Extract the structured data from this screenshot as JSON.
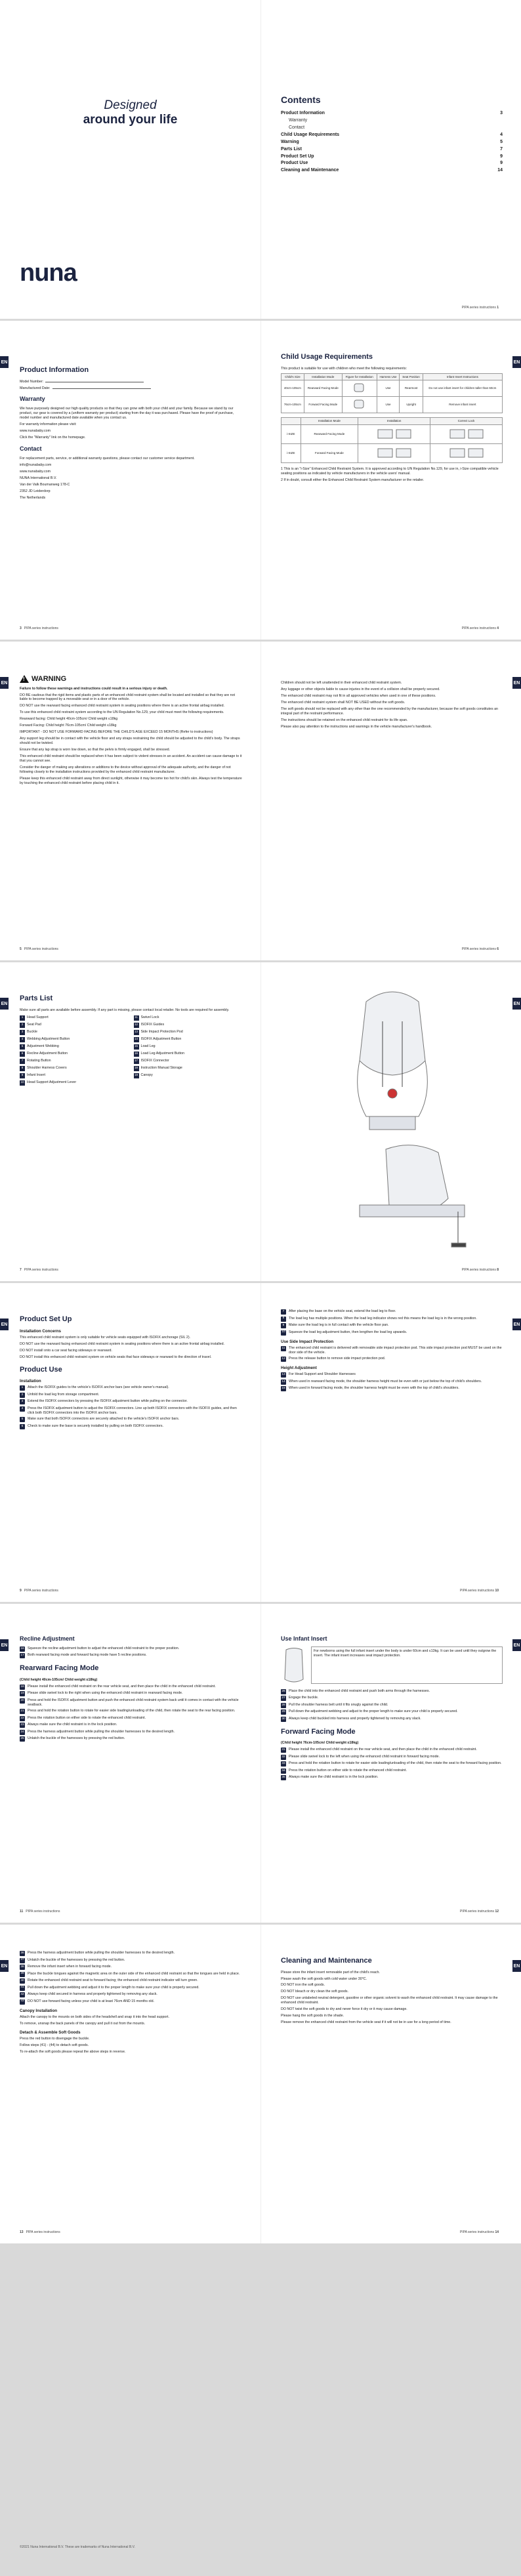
{
  "brand": "nuna",
  "cover": {
    "tag1": "Designed",
    "tag2": "around your life"
  },
  "footer": {
    "instructions": "PIPA series instructions"
  },
  "tab": "EN",
  "pages": [
    "1",
    "2",
    "3",
    "4",
    "5",
    "6",
    "7",
    "8",
    "9",
    "10",
    "11",
    "12",
    "13",
    "14"
  ],
  "toc": {
    "title": "Contents",
    "items": [
      {
        "label": "Product Information",
        "page": "3",
        "bold": true
      },
      {
        "label": "Warranty",
        "page": "",
        "bold": false
      },
      {
        "label": "Contact",
        "page": "",
        "bold": false
      },
      {
        "label": "Child Usage Requirements",
        "page": "4",
        "bold": true
      },
      {
        "label": "Warning",
        "page": "5",
        "bold": true
      },
      {
        "label": "Parts List",
        "page": "7",
        "bold": true
      },
      {
        "label": "Product Set Up",
        "page": "9",
        "bold": true
      },
      {
        "label": "Product Use",
        "page": "9",
        "bold": true
      },
      {
        "label": "Cleaning and Maintenance",
        "page": "14",
        "bold": true
      }
    ]
  },
  "info": {
    "title": "Product Information",
    "model": "Model Number:",
    "date": "Manufactured Date:",
    "warranty_title": "Warranty",
    "warranty": [
      "We have purposely designed our high quality products so that they can grow with both your child and your family. Because we stand by our product, our gear is covered by a (uniform warranty per product) starting from the day it was purchased. Please have the proof of purchase, model number and manufactured date available when you contact us.",
      "For warranty information please visit:",
      "www.nunababy.com",
      "Click the \"Warranty\" link on the homepage."
    ],
    "contact_title": "Contact",
    "contact": [
      "For replacement parts, service, or additional warranty questions, please contact our customer service department.",
      "info@nunababy.com",
      "www.nunababy.com",
      "NUNA International B.V.",
      "Van der Valk Boumanweg 178-C",
      "2352 JD Leiderdorp",
      "The Netherlands"
    ]
  },
  "req": {
    "title": "Child Usage Requirements",
    "intro": "This product is suitable for use with children who meet the following requirements:",
    "headers": [
      "Child's Size",
      "Installation Mode",
      "Figure for Installation",
      "Harness Use",
      "Seat Position",
      "Infant Insert Instructions"
    ],
    "rows": [
      [
        "40cm-105cm",
        "Rearward Facing Mode",
        "Use",
        "Rearmost",
        "Do not use infant insert for children taller than 60cm"
      ],
      [
        "76cm-105cm",
        "Forward Facing Mode",
        "Use",
        "Upright",
        "Remove infant insert"
      ]
    ],
    "headers2": [
      "",
      "Installation Mode",
      "Installation",
      "Correct Lock"
    ],
    "rows2": [
      [
        "i-SIZE",
        "Rearward Facing Mode"
      ],
      [
        "i-SIZE",
        "Forward Facing Mode"
      ]
    ],
    "notes": [
      "This is an \"i-Size\" Enhanced Child Restraint System. It is approved according to UN Regulation No.129, for use in, i-Size compatible vehicle seating positions as indicated by vehicle manufacturers in the vehicle users' manual.",
      "If in doubt, consult either the Enhanced Child Restraint System manufacturer or the retailer."
    ]
  },
  "warn": {
    "title": "WARNING",
    "left": [
      "Failure to follow these warnings and instructions could result in a serious injury or death.",
      "DO BE cautious that the rigid items and plastic parts of an enhanced child restraint system shall be located and installed so that they are not liable to become trapped by a moveable seat or in a door of the vehicle.",
      "DO NOT use the rearward facing enhanced child restraint system in seating positions where there is an active frontal airbag installed.",
      "To use this enhanced child restraint system according to the UN Regulation No.129, your child must meet the following requirements.",
      "Rearward facing: Child height 40cm-105cm/ Child weight ≤18kg",
      "Forward Facing: Child height 76cm-105cm/ Child weight ≤18kg",
      "IMPORTANT - DO NOT USE FORWARD FACING BEFORE THE CHILD'S AGE EXCEED 15 MONTHS (Refer to instructions)",
      "Any support leg should be in contact with the vehicle floor and any straps restraining the child should be adjusted to the child's body. The straps should not be twisted.",
      "Ensure that any lap strap is worn low down, so that the pelvis is firmly engaged, shall be stressed.",
      "This enhanced child restraint should be replaced when it has been subject to violent stresses in an accident. An accident can cause damage to it that you cannot see.",
      "Consider the danger of making any alterations or additions to the device without approval of the adequate authority, and the danger of not following closely to the installation instructions provided by the enhanced child restraint manufacturer.",
      "Please keep this enhanced child restraint away from direct sunlight, otherwise it may become too hot for child's skin. Always test the temperature by touching the enhanced child restraint before placing child in it."
    ],
    "right": [
      "Children should not be left unattended in their enhanced child restraint system.",
      "Any luggage or other objects liable to cause injuries in the event of a collision shall be properly secured.",
      "The enhanced child restraint may not fit in all approved vehicles when used in one of these positions.",
      "The enhanced child restraint system shall NOT BE USED without the soft goods.",
      "The soft goods should not be replaced with any other than the one recommended by the manufacturer, because the soft goods constitutes an integral part of the restraint performance.",
      "The instructions should be retained on the enhanced child restraint for its life span.",
      "Please also pay attention to the instructions and warnings in the vehicle manufacturer's handbook."
    ]
  },
  "parts": {
    "title": "Parts List",
    "intro": "Make sure all parts are available before assembly. If any part is missing, please contact local retailer. No tools are required for assembly.",
    "items": [
      [
        "1",
        "Head Support"
      ],
      [
        "11",
        "Swivel Lock"
      ],
      [
        "2",
        "Seat Pad"
      ],
      [
        "12",
        "ISOFIX Guides"
      ],
      [
        "3",
        "Buckle"
      ],
      [
        "13",
        "Side Impact Protection Pod"
      ],
      [
        "4",
        "Webbing Adjustment Button"
      ],
      [
        "14",
        "ISOFIX Adjustment Button"
      ],
      [
        "5",
        "Adjustment Webbing"
      ],
      [
        "15",
        "Load Leg"
      ],
      [
        "6",
        "Recline Adjustment Button"
      ],
      [
        "16",
        "Load Leg Adjustment Button"
      ],
      [
        "7",
        "Rotating Button"
      ],
      [
        "17",
        "ISOFIX Connector"
      ],
      [
        "8",
        "Shoulder Harness Covers"
      ],
      [
        "18",
        "Instruction Manual Storage"
      ],
      [
        "9",
        "Infant Insert"
      ],
      [
        "19",
        "Canopy"
      ],
      [
        "10",
        "Head Support Adjustment Lever"
      ],
      [
        "",
        ""
      ]
    ]
  },
  "setup": {
    "title": "Product Set Up",
    "s1": "Installation Concerns",
    "p1": [
      "This enhanced child restraint system is only suitable for vehicle seats equipped with ISOFIX anchorage (SIL 2).",
      "DO NOT use the rearward facing enhanced child restraint system in seating positions where there is an active frontal airbag installed.",
      "DO NOT install onto a car seat facing sideways or rearward.",
      "DO NOT install this enhanced child restraint system on vehicle seats that face sideways or rearward to the direction of travel."
    ],
    "use_title": "Product Use",
    "s2": "Installation",
    "steps": [
      "Attach the ISOFIX guides to the vehicle's ISOFIX anchor bars (see vehicle owner's manual).",
      "Unfold the load leg from storage compartment.",
      "Extend the ISOFIX connectors by pressing the ISOFIX adjustment button while pulling on the connector.",
      "Press the ISOFIX adjustment button to adjust the ISOFIX connectors. Line up both ISOFIX connectors with the ISOFIX guides, and then click both ISOFIX connectors into the ISOFIX anchor bars.",
      "Make sure that both ISOFIX connectors are securely attached to the vehicle's ISOFIX anchor bars.",
      "Check to make sure the base is securely installed by pulling on both ISOFIX connectors."
    ]
  },
  "setup2": {
    "lead": [
      "After placing the base on the vehicle seat, extend the load leg to floor.",
      "The load leg has multiple positions. When the load leg indicator shows red this means the load leg is in the wrong position.",
      "Make sure the load leg is in full contact with the vehicle floor pan.",
      "Squeeze the load leg adjustment button, then lengthen the load leg upwards."
    ],
    "s3": "Use Side Impact Protection",
    "sip": [
      "The enhanced child restraint is delivered with removable side impact protection pod. This side impact protection pod MUST be used on the door side of the vehicle.",
      "Press the release button to remove side impact protection pod."
    ],
    "s4": "Height Adjustment",
    "height": [
      "For Head Support and Shoulder Harnesses",
      "When used in rearward facing mode, the shoulder harness height must be even with or just below the top of child's shoulders.",
      "When used in forward facing mode, the shoulder harness height must be even with the top of child's shoulders."
    ]
  },
  "recline": {
    "title": "Recline Adjustment",
    "steps": [
      "Squeeze the recline adjustment button to adjust the enhanced child restraint to the proper position.",
      "Both rearward facing mode and forward facing mode have 5 recline positions."
    ],
    "rf_title": "Rearward Facing Mode",
    "rf_sub": "(Child height 40cm-105cm/ Child weight ≤18kg)",
    "rf": [
      "Please install the enhanced child restraint on the rear vehicle seat, and then place the child in the enhanced child restraint.",
      "Please slide swivel lock to the right when using the enhanced child restraint in rearward facing mode.",
      "Press and hold the ISOFIX adjustment button and push the enhanced child restraint system back until it comes in contact with the vehicle seatback.",
      "Press and hold the rotation button to rotate for easier side loading/unloading of the child, then rotate the seat to the rear facing position.",
      "Press the rotation button on either side to rotate the enhanced child restraint.",
      "Always make sure the child restraint is in the lock position.",
      "Press the harness adjustment button while pulling the shoulder harnesses to the desired length.",
      "Unlatch the buckle of the harnesses by pressing the red button."
    ]
  },
  "infant": {
    "title": "Use Infant Insert",
    "note": "For newborns using the full infant insert under the body is under 60cm and ≤13kg. It can be used until they outgrow the insert. The infant insert increases seat impact protection.",
    "steps": [
      "Place the child into the enhanced child restraint and push both arms through the harnesses.",
      "Engage the buckle.",
      "Pull the shoulder harness belt until it fits snugly against the child.",
      "Pull down the adjustment webbing and adjust to the proper length to make sure your child is properly secured.",
      "Always keep child buckled into harness and properly tightened by removing any slack."
    ],
    "ff_title": "Forward Facing Mode",
    "ff_sub": "(Child height 76cm-105cm/ Child weight ≤18kg)",
    "ff": [
      "Please install the enhanced child restraint on the rear vehicle seat, and then place the child in the enhanced child restraint.",
      "Please slide swivel lock to the left when using the enhanced child restraint in forward facing mode.",
      "Press and hold the rotation button to rotate for easier side loading/unloading of the child, then rotate the seat to the forward facing position.",
      "Press the rotation button on either side to rotate the enhanced child restraint.",
      "Always make sure the child restraint is in the lock position."
    ]
  },
  "more": {
    "steps": [
      "Press the harness adjustment button while pulling the shoulder harnesses to the desired length.",
      "Unlatch the buckle of the harnesses by pressing the red button.",
      "Remove the infant insert when in forward facing mode.",
      "Place the buckle tongues against the magnetic area on the outer side of the enhanced child restraint so that the tongues are held in place.",
      "Rotate the enhanced child restraint seat to forward facing; the enhanced child restraint indicator will turn green.",
      "Pull down the adjustment webbing and adjust it to the proper length to make sure your child is properly secured.",
      "Always keep child secured in harness and properly tightened by removing any slack.",
      "DO NOT use forward facing unless your child is at least 76cm AND 15 months old."
    ],
    "c_title": "Canopy Installation",
    "canopy": [
      "Attach the canopy to the mounts on both sides of the headshell and snap it into the head support.",
      "To remove, unsnap the back panels of the canopy and pull it out from the mounts."
    ],
    "d_title": "Detach & Assemble Soft Goods",
    "detach": [
      "Press the red button to disengage the buckle.",
      "Follow steps (41) - (44) to detach soft goods.",
      "To re-attach the soft goods please repeat the above steps in reverse."
    ]
  },
  "clean": {
    "title": "Cleaning and Maintenance",
    "items": [
      "Please store the infant insert removable part of the child's reach.",
      "Please wash the soft goods with cold water under 30°C.",
      "DO NOT iron the soft goods.",
      "DO NOT bleach or dry clean the soft goods.",
      "DO NOT use unlabeled neutral detergent, gasoline or other organic solvent to wash the enhanced child restraint. It may cause damage to the enhanced child restraint.",
      "DO NOT twist the soft goods to dry and never force it dry or it may cause damage.",
      "Please hang the soft goods in the shade.",
      "Please remove the enhanced child restraint from the vehicle seat if it will not be in use for a long period of time."
    ],
    "copyright": "©2021 Nuna International B.V. These are trademarks of Nuna International B.V."
  }
}
